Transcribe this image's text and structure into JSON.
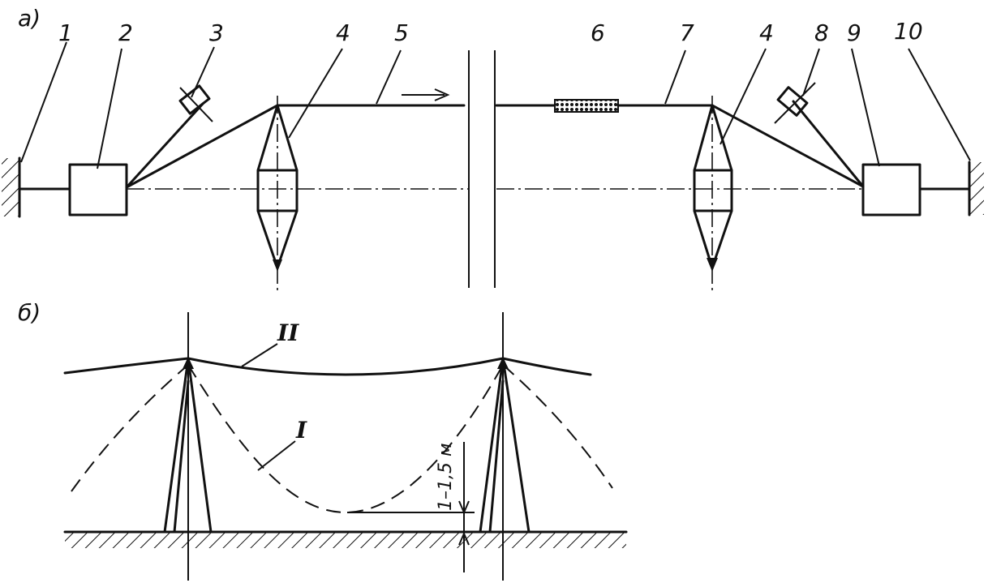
{
  "diagram": {
    "part_a_label": "а)",
    "part_b_label": "б)",
    "callouts": [
      "1",
      "2",
      "3",
      "4",
      "5",
      "6",
      "7",
      "4",
      "8",
      "9",
      "10"
    ],
    "curve_I_label": "I",
    "curve_II_label": "II",
    "dimension_label": "1–1,5 м"
  }
}
